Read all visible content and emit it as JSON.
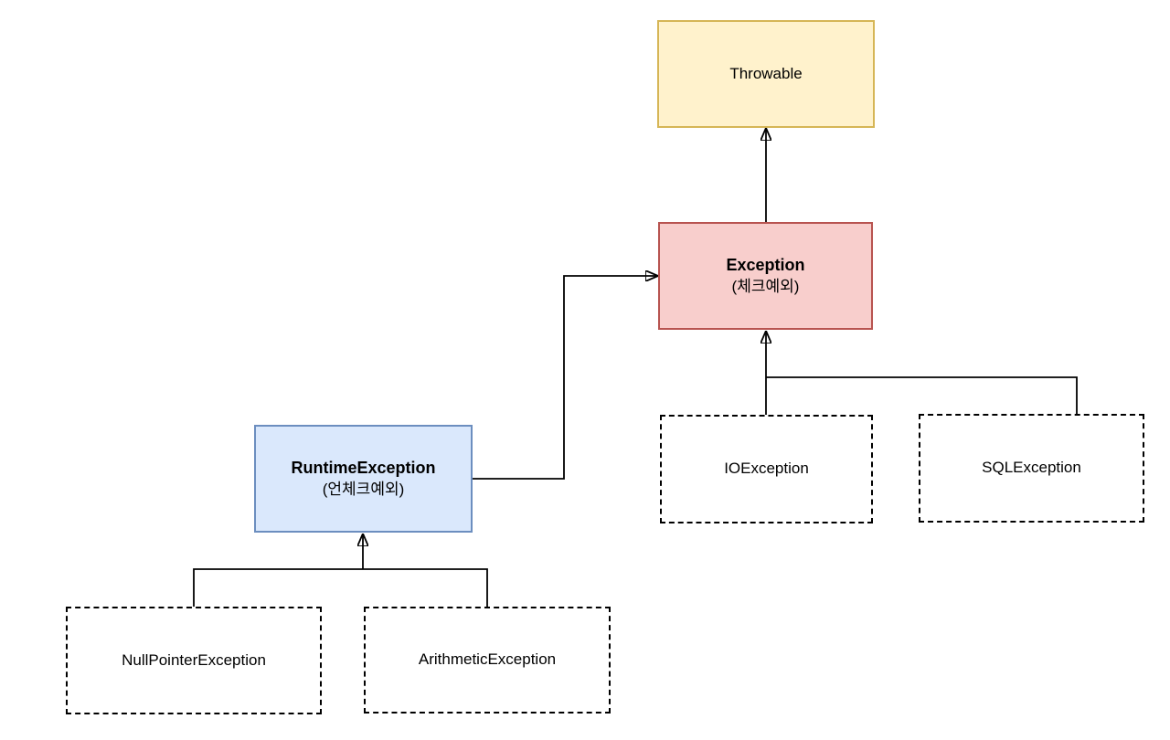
{
  "nodes": {
    "throwable": {
      "label": "Throwable"
    },
    "exception": {
      "label": "Exception",
      "sublabel": "(체크예외)"
    },
    "runtime": {
      "label": "RuntimeException",
      "sublabel": "(언체크예외)"
    },
    "io": {
      "label": "IOException"
    },
    "sql": {
      "label": "SQLException"
    },
    "npe": {
      "label": "NullPointerException"
    },
    "arith": {
      "label": "ArithmeticException"
    }
  },
  "colors": {
    "yellow_fill": "#FFF2CC",
    "yellow_border": "#D6B656",
    "red_fill": "#F8CECC",
    "red_border": "#B85450",
    "blue_fill": "#DAE8FC",
    "blue_border": "#6C8EBF",
    "line": "#000000",
    "canvas_bg": "#FFFFFF",
    "text": "#000000"
  }
}
